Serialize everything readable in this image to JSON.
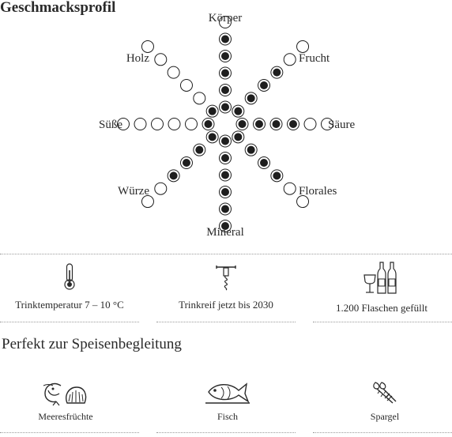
{
  "profile": {
    "title": "Geschmacksprofil",
    "axes": [
      {
        "label": "Körper",
        "value": 5
      },
      {
        "label": "Frucht",
        "value": 4
      },
      {
        "label": "Säure",
        "value": 4
      },
      {
        "label": "Florales",
        "value": 4
      },
      {
        "label": "Mineral",
        "value": 6
      },
      {
        "label": "Würze",
        "value": 4
      },
      {
        "label": "Süße",
        "value": 1
      },
      {
        "label": "Holz",
        "value": 1
      }
    ],
    "max": 6
  },
  "info": {
    "temperature": {
      "label": "Trinktemperatur 7 – 10 °C",
      "icon": "thermometer-icon"
    },
    "maturity": {
      "label": "Trinkreif jetzt bis 2030",
      "icon": "corkscrew-icon"
    },
    "bottles": {
      "label": "1.200 Flaschen gefüllt",
      "icon": "bottles-glass-icon"
    }
  },
  "pairing": {
    "title": "Perfekt zur Speisenbegleitung",
    "items": [
      {
        "label": "Meeresfrüchte",
        "icon": "seafood-icon"
      },
      {
        "label": "Fisch",
        "icon": "fish-icon"
      },
      {
        "label": "Spargel",
        "icon": "asparagus-icon"
      }
    ]
  },
  "colors": {
    "text": "#2a2a2a",
    "dot_filled": "#1e1e1e",
    "divider": "#9a9a9a"
  }
}
